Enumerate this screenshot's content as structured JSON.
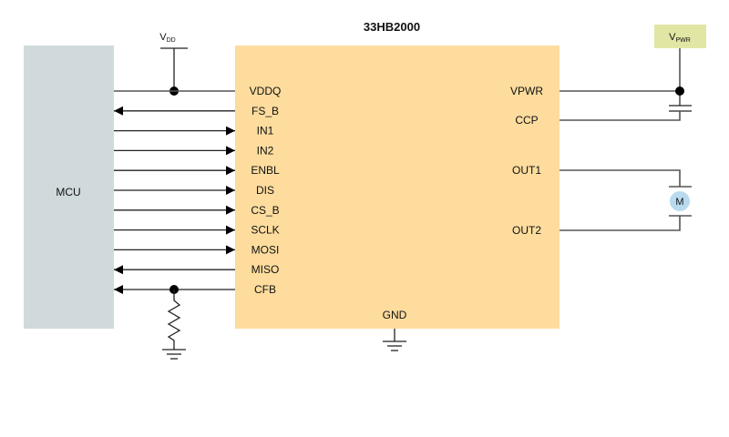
{
  "title": "33HB2000",
  "mcu_label": "MCU",
  "vdd": {
    "main": "V",
    "sub": "DD"
  },
  "vpwr": {
    "main": "V",
    "sub": "PWR"
  },
  "left_pins": [
    {
      "name": "VDDQ",
      "dir": "none"
    },
    {
      "name": "FS_B",
      "dir": "to-mcu"
    },
    {
      "name": "IN1",
      "dir": "to-chip"
    },
    {
      "name": "IN2",
      "dir": "to-chip"
    },
    {
      "name": "ENBL",
      "dir": "to-chip"
    },
    {
      "name": "DIS",
      "dir": "to-chip"
    },
    {
      "name": "CS_B",
      "dir": "to-chip"
    },
    {
      "name": "SCLK",
      "dir": "to-chip"
    },
    {
      "name": "MOSI",
      "dir": "to-chip"
    },
    {
      "name": "MISO",
      "dir": "to-mcu"
    },
    {
      "name": "CFB",
      "dir": "to-mcu"
    }
  ],
  "right_pins": {
    "vpwr": "VPWR",
    "ccp": "CCP",
    "out1": "OUT1",
    "out2": "OUT2"
  },
  "gnd_label": "GND",
  "motor_label": "M",
  "colors": {
    "mcu": "#d0dadc",
    "chip": "#fddc9e",
    "vpwr_box": "#e2e6a4",
    "motor": "#b9d9ee"
  }
}
